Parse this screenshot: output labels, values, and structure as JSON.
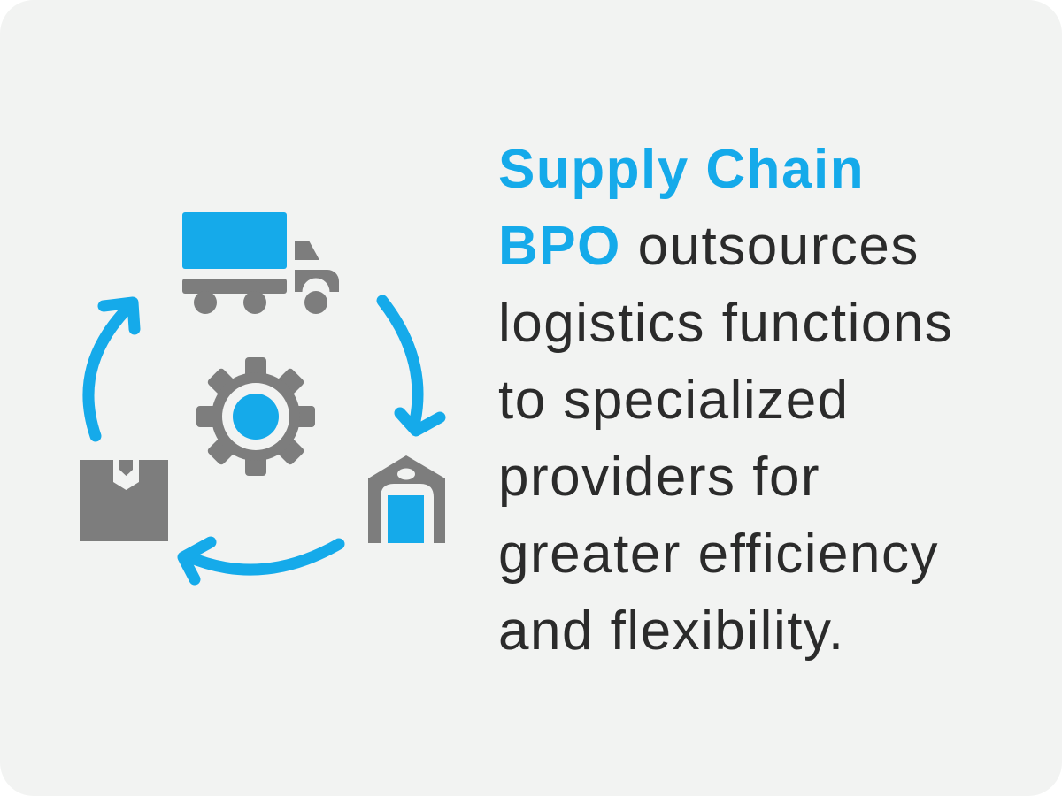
{
  "card": {
    "background": "#f2f3f2",
    "page_background": "#ffffff"
  },
  "headline": {
    "full_text": "Supply Chain BPO outsources logistics functions to specialized providers for greater efficiency and flexibility.",
    "highlight_text": "Supply Chain BPO",
    "highlight_color": "#15aaea",
    "text_color": "#2b2b2b",
    "lines": [
      {
        "segments": [
          {
            "text": "Supply Chain",
            "style": "highlight"
          }
        ]
      },
      {
        "segments": [
          {
            "text": "BPO",
            "style": "highlight"
          },
          {
            "text": " outsources",
            "style": "normal"
          }
        ]
      },
      {
        "segments": [
          {
            "text": "logistics functions",
            "style": "normal"
          }
        ]
      },
      {
        "segments": [
          {
            "text": "to specialized",
            "style": "normal"
          }
        ]
      },
      {
        "segments": [
          {
            "text": "providers for",
            "style": "normal"
          }
        ]
      },
      {
        "segments": [
          {
            "text": "greater efficiency",
            "style": "normal"
          }
        ]
      },
      {
        "segments": [
          {
            "text": "and flexibility.",
            "style": "normal"
          }
        ]
      }
    ]
  },
  "illustration": {
    "colors": {
      "blue": "#15aaea",
      "gray": "#7d7d7d"
    },
    "icons": [
      {
        "name": "truck-icon"
      },
      {
        "name": "gear-icon"
      },
      {
        "name": "box-icon"
      },
      {
        "name": "warehouse-icon"
      },
      {
        "name": "arrow-up-icon"
      },
      {
        "name": "arrow-down-icon"
      },
      {
        "name": "arrow-left-icon"
      }
    ]
  }
}
